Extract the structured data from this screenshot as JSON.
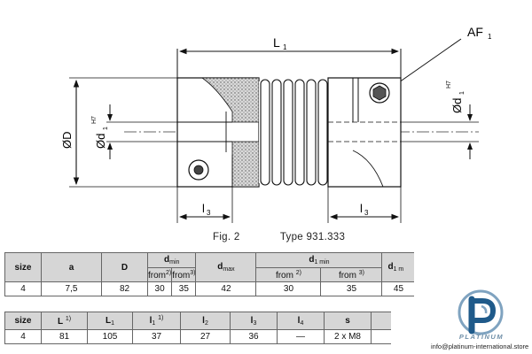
{
  "drawing": {
    "dim_L1": "L",
    "dim_L1_sub": "1",
    "dim_AF1": "AF",
    "dim_AF1_sub": "1",
    "dim_D": "ØD",
    "dim_d1_left": "Ød",
    "dim_d1_left_sub": "1",
    "dim_d1_left_tol": "H7",
    "dim_d1_right": "Ød",
    "dim_d1_right_sub": "1",
    "dim_d1_right_tol": "H7",
    "dim_l3_left": "l",
    "dim_l3_left_sub": "3",
    "dim_l3_right": "l",
    "dim_l3_right_sub": "3"
  },
  "caption": {
    "fig": "Fig. 2",
    "type": "Type 931.333"
  },
  "table1": {
    "headers": {
      "size": "size",
      "a": "a",
      "D": "D",
      "dmin": "d",
      "dmin_sub": "min",
      "from2": "from",
      "from2_sup": "2)",
      "from3": "from",
      "from3_sup": "3)",
      "dmax": "d",
      "dmax_sub": "max",
      "d1min": "d",
      "d1min_sub": "1 min",
      "d1min_from2": "from",
      "d1min_from2_sup": "2)",
      "d1min_from3": "from",
      "d1min_from3_sup": "3)",
      "d1m": "d",
      "d1m_sub": "1 m"
    },
    "row": [
      "4",
      "7,5",
      "82",
      "30",
      "35",
      "42",
      "30",
      "35",
      "45"
    ]
  },
  "table2": {
    "headers": {
      "size": "size",
      "L": "L",
      "L_sup": "1)",
      "L1": "L",
      "L1_sub": "1",
      "l1": "l",
      "l1_sub": "1",
      "l1_sup": "1)",
      "l2": "l",
      "l2_sub": "2",
      "l3": "l",
      "l3_sub": "3",
      "l4": "l",
      "l4_sub": "4",
      "s": "s"
    },
    "row": [
      "4",
      "81",
      "105",
      "37",
      "27",
      "36",
      "—",
      "2 x M8"
    ]
  },
  "brand": {
    "logo_word": "PLATINUM",
    "email": "info@platinum-international.store",
    "logo_color": "#1f5a8a",
    "logo_accent": "#7fa3c0"
  }
}
